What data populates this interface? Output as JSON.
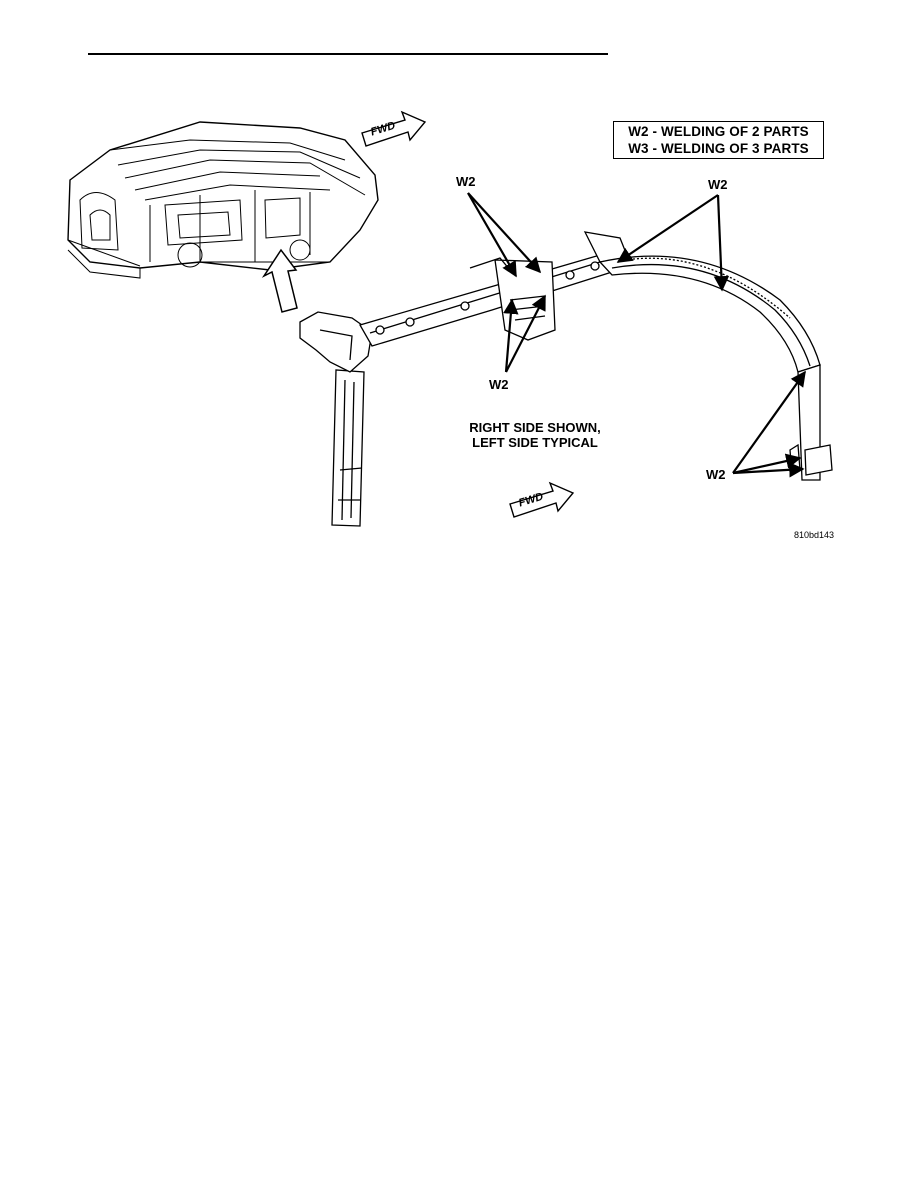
{
  "legend": {
    "line1": "W2 - WELDING OF 2 PARTS",
    "line2": "W3 - WELDING OF 3 PARTS"
  },
  "callouts": {
    "upper_left": "W2",
    "upper_right": "W2",
    "lower_middle": "W2",
    "lower_right": "W2"
  },
  "fwd_labels": {
    "top": "FWD",
    "bottom": "FWD"
  },
  "note": {
    "line1": "RIGHT SIDE SHOWN,",
    "line2": "LEFT SIDE TYPICAL"
  },
  "figure_number": "810bd143"
}
